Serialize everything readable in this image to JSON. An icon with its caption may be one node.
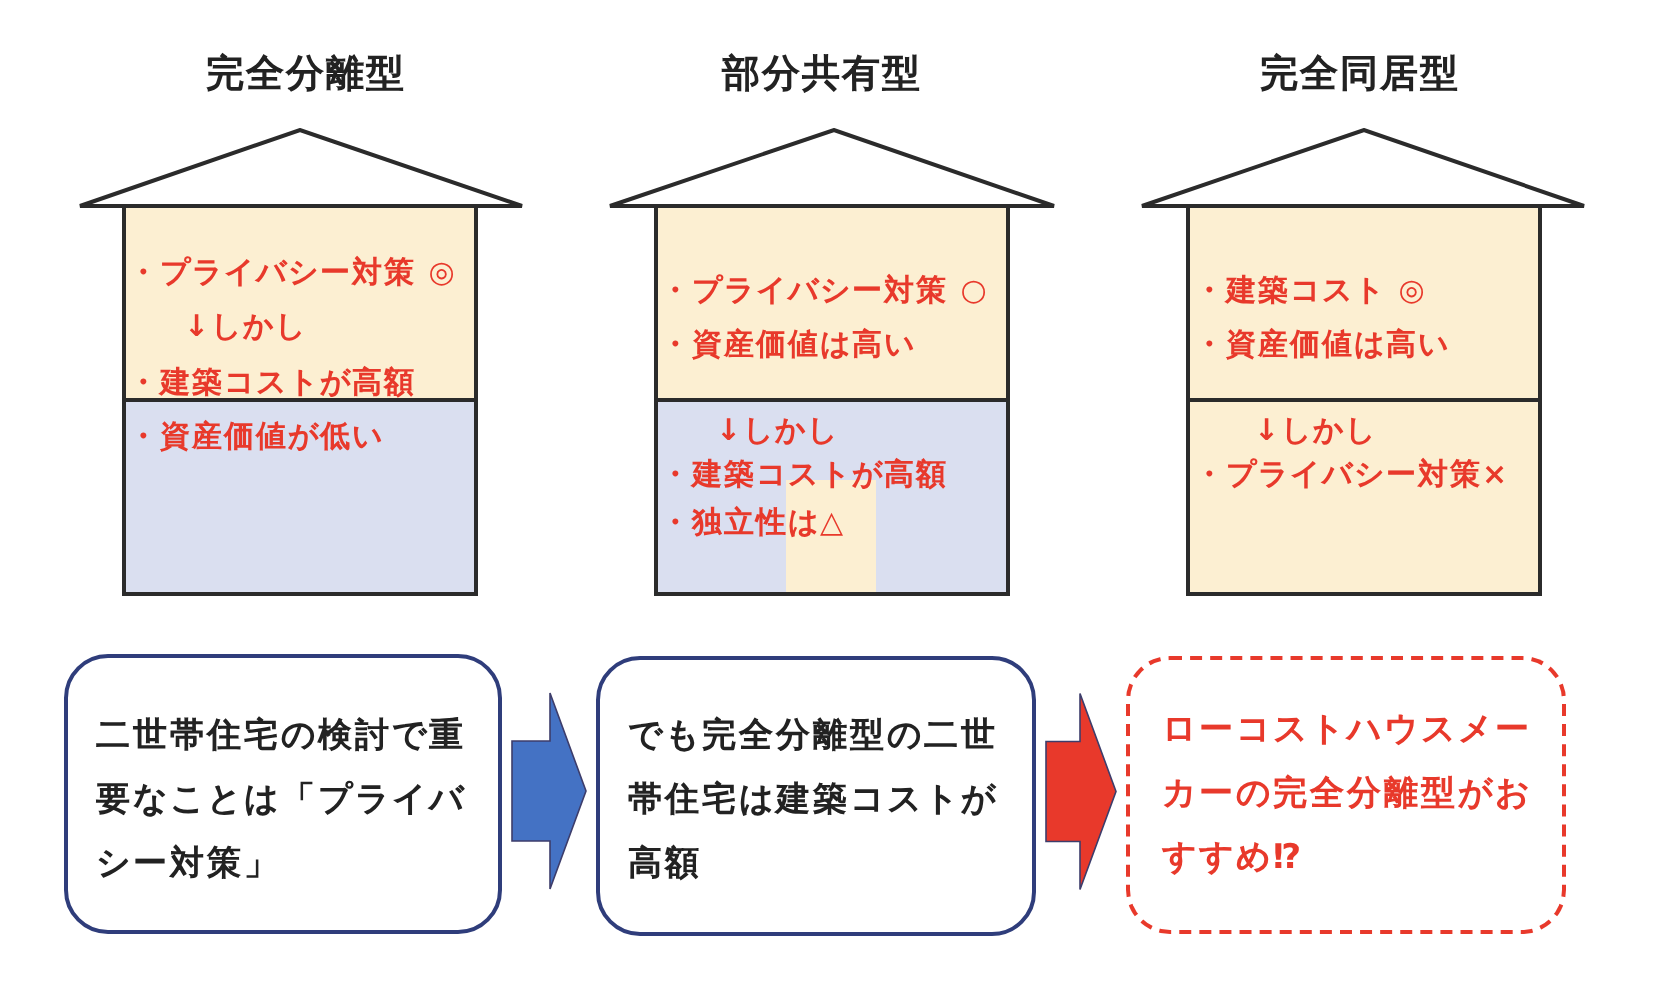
{
  "diagram": {
    "nodes": [
      {
        "text": [
          "完全分離型"
        ]
      },
      {
        "text": [
          "・プライバシー対策 ◎",
          "↓しかし",
          "・建築コストが高額"
        ],
        "in": 0
      },
      {
        "text": [
          "・資産価値が低い"
        ],
        "in": 0
      },
      {
        "text": [
          "部分共有型"
        ]
      },
      {
        "text": [
          "・プライバシー対策 ○",
          "・資産価値は高い"
        ],
        "in": 3
      },
      {
        "text": [
          "↓しかし",
          "・建築コストが高額",
          "・独立性は△"
        ],
        "in": 3
      },
      {
        "text": [],
        "shape": "box",
        "in": 5
      },
      {
        "text": [
          "完全同居型"
        ]
      },
      {
        "text": [
          "・建築コスト ◎",
          "・資産価値は高い"
        ],
        "in": 7
      },
      {
        "text": [
          "↓しかし",
          "・プライバシー対策×"
        ],
        "in": 7
      },
      {
        "text": [
          "二世帯住宅の検討で重要なことは「プライバシー対策」"
        ]
      },
      {
        "text": [
          "でも完全分離型の二世帯住宅は建築コストが高額"
        ]
      },
      {
        "text": [
          "ローコストハウスメーカーの完全分離型がおすすめ⁉"
        ]
      }
    ],
    "edges": [
      {
        "from": 10,
        "to": 11,
        "arrow": "to",
        "style": "thick",
        "color": "#4472c4"
      },
      {
        "from": 11,
        "to": 12,
        "arrow": "to",
        "style": "thick",
        "color": "#e8392b"
      }
    ]
  }
}
